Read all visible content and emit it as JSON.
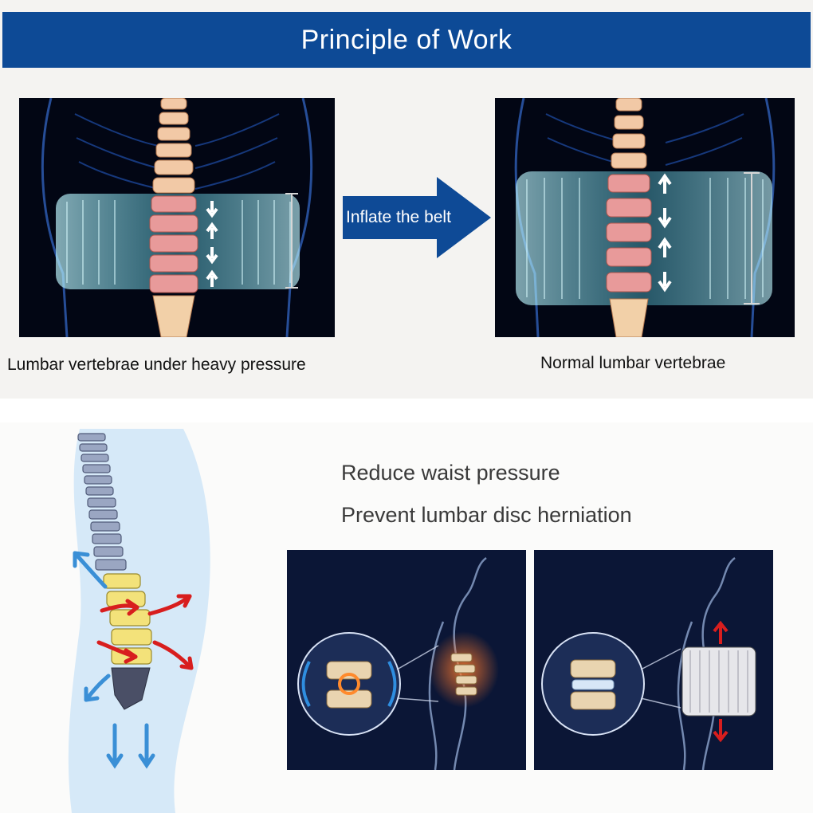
{
  "banner": {
    "title": "Principle of Work"
  },
  "inflate": {
    "label": "Inflate the belt"
  },
  "captions": {
    "left": "Lumbar vertebrae under heavy pressure",
    "right": "Normal lumbar vertebrae"
  },
  "benefits": [
    "Reduce waist pressure",
    "Prevent lumbar disc herniation"
  ],
  "colors": {
    "banner": "#0d4a96",
    "arrow": "#0e4a96",
    "xray_bg": "#020614",
    "belt": "#7fe6f2",
    "spine": "#f2c9a6",
    "spine_red": "#e36a6a",
    "lumbar_yellow": "#f3e27a",
    "pressure_red": "#d81e1e",
    "relief_blue": "#3a8fd6"
  },
  "icons": [
    "up-arrow-icon",
    "down-arrow-icon",
    "right-arrow-icon"
  ]
}
